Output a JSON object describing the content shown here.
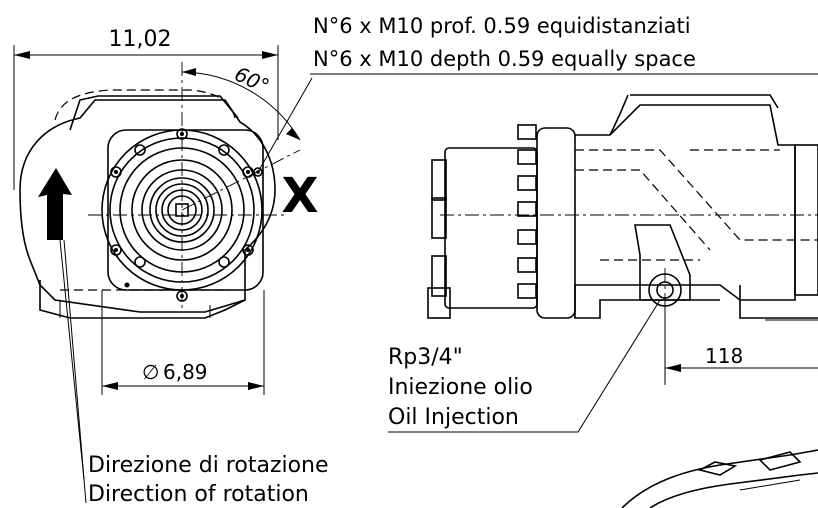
{
  "dimensions": {
    "width_top": "11,02",
    "diameter": "6,89",
    "diameter_symbol": "∅",
    "angle": "60°",
    "offset_right": "118"
  },
  "view_marker": "X",
  "notes": {
    "holes_it": "N°6 x M10 prof. 0.59 equidistanziati",
    "holes_en": "N°6 x M10 depth 0.59 equally space",
    "oil_port": "Rp3/4\"",
    "oil_it": "Iniezione olio",
    "oil_en": "Oil Injection",
    "rotation_it": "Direzione di rotazione",
    "rotation_en": "Direction of rotation"
  }
}
